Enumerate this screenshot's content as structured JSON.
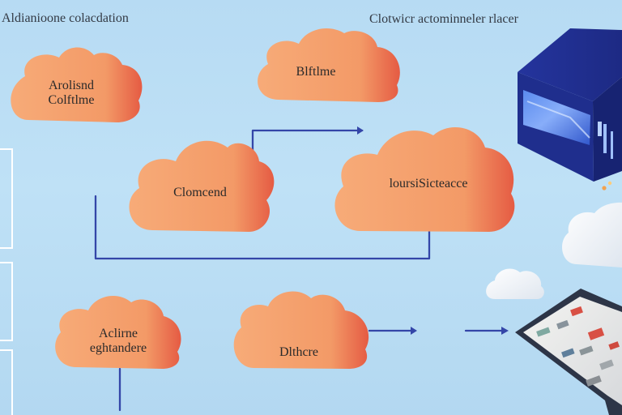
{
  "captions": {
    "top_left": "Aldianioone colacdation",
    "top_right": "Clotwicr actominneler rlacer"
  },
  "clouds": {
    "left_top": {
      "line1": "Arolisnd",
      "line2": "Colftlme"
    },
    "top_center": "Blftlme",
    "middle_left": "Clomcend",
    "middle_right": "loursiSicteacce",
    "bottom_left": {
      "line1": "Aclirne",
      "line2": "eghtandere"
    },
    "bottom_center": "Dlthcre"
  },
  "colors": {
    "background": "#b9ddf4",
    "cloud_light": "#f6a673",
    "cloud_dark": "#e8624a",
    "connector": "#3446a8",
    "server_blue": "#2d34a0"
  },
  "icons": {
    "server": "server-cube-icon",
    "tablet": "tablet-icon",
    "cloud": "white-cloud-icon"
  }
}
